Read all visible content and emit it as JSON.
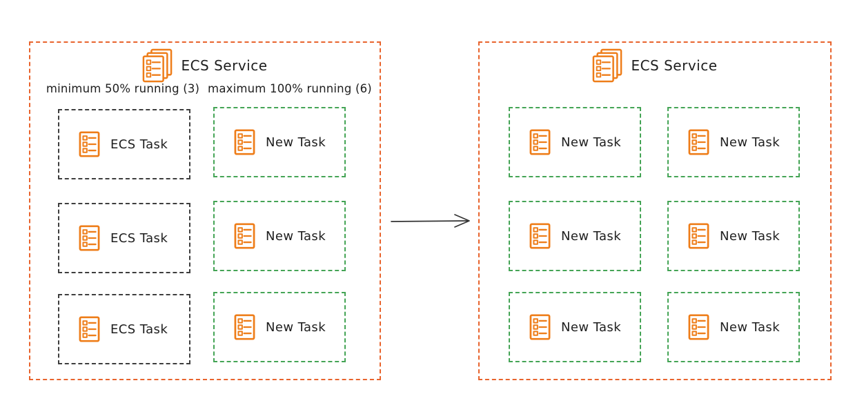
{
  "left_panel": {
    "title": "ECS Service",
    "columns": [
      {
        "header": "minimum 50% running (3)",
        "task_type": "existing",
        "tasks": [
          "ECS Task",
          "ECS Task",
          "ECS Task"
        ]
      },
      {
        "header": "maximum 100% running (6)",
        "task_type": "new",
        "tasks": [
          "New Task",
          "New Task",
          "New Task"
        ]
      }
    ]
  },
  "right_panel": {
    "title": "ECS Service",
    "columns": [
      {
        "task_type": "new",
        "tasks": [
          "New Task",
          "New Task",
          "New Task"
        ]
      },
      {
        "task_type": "new",
        "tasks": [
          "New Task",
          "New Task",
          "New Task"
        ]
      }
    ]
  },
  "icons": {
    "service": "ecs-service-stacked-documents-icon",
    "task": "ecs-task-document-list-icon",
    "arrow": "right-arrow-icon"
  },
  "colors": {
    "service_border_orange": "#e8632c",
    "icon_orange": "#ee7d19",
    "new_task_green": "#44a455",
    "existing_task_gray": "#3d3d3d",
    "text": "#1e1e1e",
    "arrow": "#333333",
    "background": "#ffffff"
  }
}
